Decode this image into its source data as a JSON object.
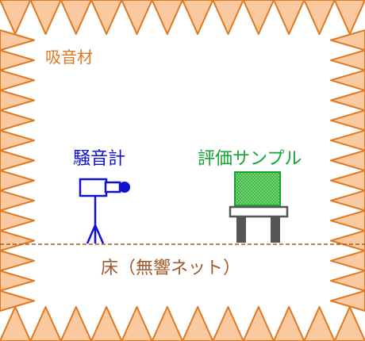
{
  "labels": {
    "absorber": "吸音材",
    "sound_level_meter": "騒音計",
    "test_sample": "評価サンプル",
    "floor": "床（無響ネット）"
  },
  "colors": {
    "wedge_fill": "#fbc9a0",
    "wedge_stroke": "#e07820",
    "meter": "#1010d0",
    "sample": "#10a830",
    "sample_fill": "#6fd46f",
    "table_top": "#555555",
    "table_legs": "#555555",
    "floor_line": "#a05a2a"
  }
}
